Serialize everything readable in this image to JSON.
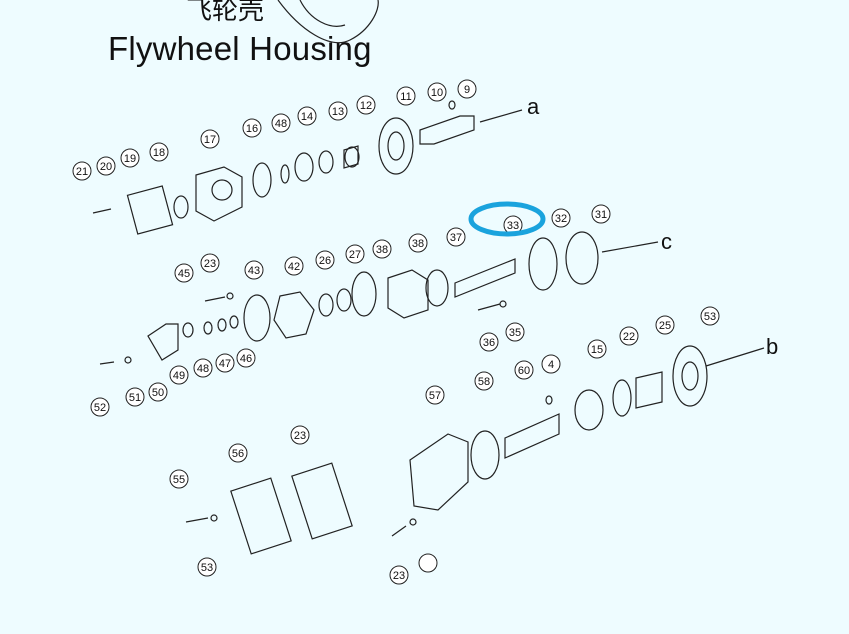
{
  "title": {
    "chinese": "飞轮壳",
    "english": "Flywheel Housing"
  },
  "colors": {
    "background": "#eefcff",
    "line": "#222222",
    "highlight": "#1aa3dd"
  },
  "highlighted_callout": "33",
  "shaft_labels": [
    "a",
    "c",
    "b"
  ],
  "callouts": [
    "21",
    "20",
    "19",
    "18",
    "17",
    "16",
    "48",
    "14",
    "13",
    "12",
    "11",
    "10",
    "9",
    "45",
    "23",
    "43",
    "42",
    "26",
    "27",
    "38",
    "38",
    "37",
    "33",
    "32",
    "31",
    "35",
    "36",
    "52",
    "51",
    "50",
    "49",
    "48",
    "47",
    "46",
    "57",
    "58",
    "60",
    "4",
    "15",
    "22",
    "25",
    "53",
    "55",
    "56",
    "23",
    "53",
    "23"
  ]
}
